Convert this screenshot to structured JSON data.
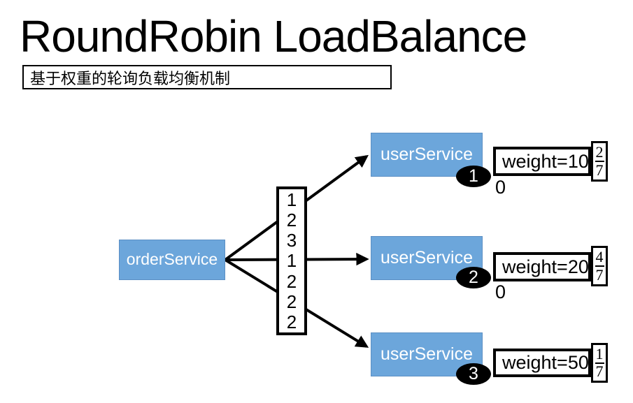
{
  "title": "RoundRobin LoadBalance",
  "subtitle": "基于权重的轮询负载均衡机制",
  "client": {
    "label": "orderService"
  },
  "sequence": {
    "items": [
      "1",
      "2",
      "3",
      "1",
      "2",
      "2",
      "2"
    ]
  },
  "servers": [
    {
      "label": "userService",
      "badge": "1",
      "weight": "weight=10",
      "counter": "0",
      "fraction_numerator": "2",
      "fraction_denominator": "7"
    },
    {
      "label": "userService",
      "badge": "2",
      "weight": "weight=20",
      "counter": "0",
      "fraction_numerator": "4",
      "fraction_denominator": "7"
    },
    {
      "label": "userService",
      "badge": "3",
      "weight": "weight=50",
      "fraction_numerator": "1",
      "fraction_denominator": "7"
    }
  ],
  "colors": {
    "node_fill": "#6CA6DB",
    "node_border": "#5B8FC4",
    "arrow": "#000000"
  }
}
